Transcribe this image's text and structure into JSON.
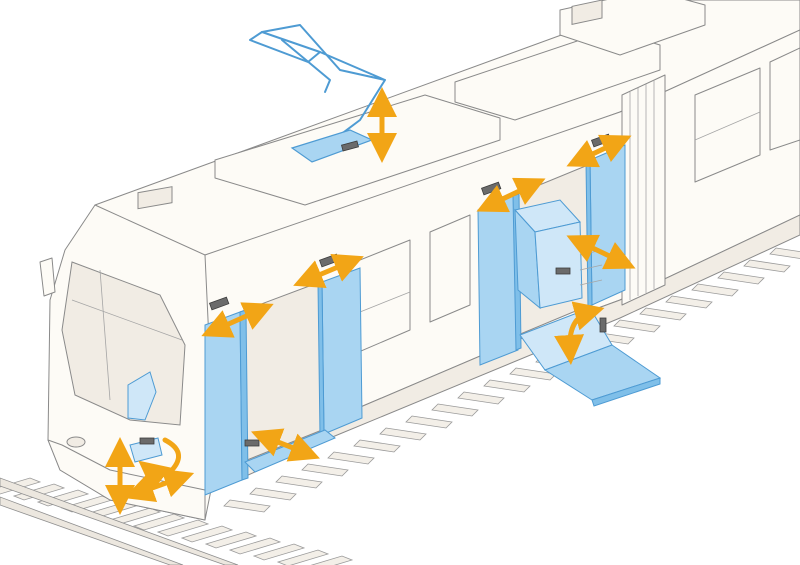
{
  "figure": {
    "subject": "tram-exploded-view",
    "colors": {
      "body_fill": "#fdfbf6",
      "outline": "#8a8a8a",
      "component_fill": "#a9d5f2",
      "component_stroke": "#4e9bd3",
      "motion_arrow": "#f2a516",
      "actuator": "#6b6b6b"
    },
    "highlighted_components": [
      "pantograph",
      "front-left-door",
      "rear-left-door",
      "middle-left-door",
      "middle-right-door",
      "boarding-ramp",
      "wheelchair-ramp",
      "equipment-cabinet",
      "coupler-cover"
    ],
    "motion_arrows": [
      "pantograph-vertical-arrow",
      "front-door-slide-arrow",
      "rear-door-slide-arrow",
      "ramp-slide-arrow",
      "middle-left-door-slide-arrow",
      "middle-right-door-slide-arrow",
      "cabinet-slide-arrow",
      "wheelchair-ramp-fold-arrow",
      "coupler-vertical-arrow",
      "coupler-rotate-arrow",
      "coupler-diagonal-arrow"
    ],
    "icons": [
      "double-headed-arrow-icon",
      "curved-arrow-icon",
      "actuator-icon"
    ]
  }
}
